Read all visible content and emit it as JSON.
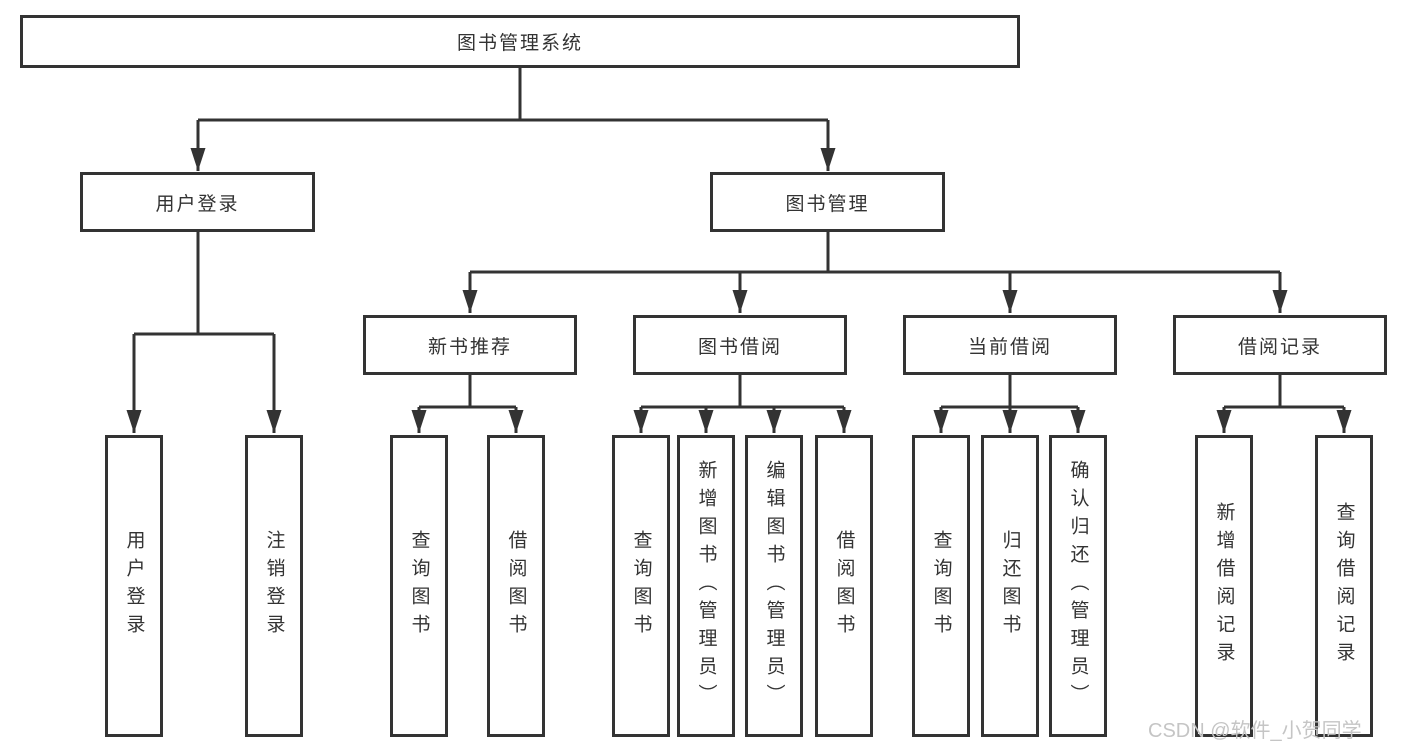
{
  "tree": {
    "label": "图书管理系统",
    "children": [
      {
        "label": "用户登录",
        "children": [
          {
            "label": "用户登录"
          },
          {
            "label": "注销登录"
          }
        ]
      },
      {
        "label": "图书管理",
        "children": [
          {
            "label": "新书推荐",
            "children": [
              {
                "label": "查询图书"
              },
              {
                "label": "借阅图书"
              }
            ]
          },
          {
            "label": "图书借阅",
            "children": [
              {
                "label": "查询图书"
              },
              {
                "label": "新增图书（管理员）"
              },
              {
                "label": "编辑图书（管理员）"
              },
              {
                "label": "借阅图书"
              }
            ]
          },
          {
            "label": "当前借阅",
            "children": [
              {
                "label": "查询图书"
              },
              {
                "label": "归还图书"
              },
              {
                "label": "确认归还（管理员）"
              }
            ]
          },
          {
            "label": "借阅记录",
            "children": [
              {
                "label": "新增借阅记录"
              },
              {
                "label": "查询借阅记录"
              }
            ]
          }
        ]
      }
    ]
  },
  "watermark": {
    "text": "CSDN @软件_小贺同学"
  },
  "colors": {
    "line": "#333333",
    "box_background": "#ffffff",
    "text": "#333333",
    "watermark": "#c5c5c5"
  }
}
